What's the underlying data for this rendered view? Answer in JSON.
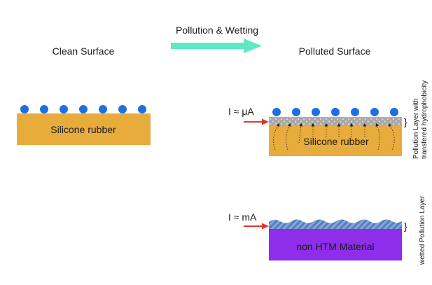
{
  "title_arrow_label": "Pollution & Wetting",
  "clean": {
    "heading": "Clean Surface",
    "block_label": "Silicone rubber"
  },
  "polluted": {
    "heading": "Polluted Surface",
    "current_label": "I ≈ μA",
    "block_label": "Silicone rubber",
    "side_label_line1": "Pollution Layer with",
    "side_label_line2": "transfered hydrophobicity"
  },
  "wetted": {
    "current_label": "I ≈ mA",
    "block_label": "non HTM Material",
    "side_label": "wetted Pollution Layer"
  },
  "bracket_glyph": "}",
  "colors": {
    "silicone": "#e8ac3c",
    "droplet": "#1f6fe0",
    "pollution_layer": "#a7a7a7",
    "htm_material": "#8e2dea",
    "wetted_layer": "#4a7fd1",
    "arrow_main": "#5ee8c4",
    "current_arrow": "#e2352b"
  }
}
